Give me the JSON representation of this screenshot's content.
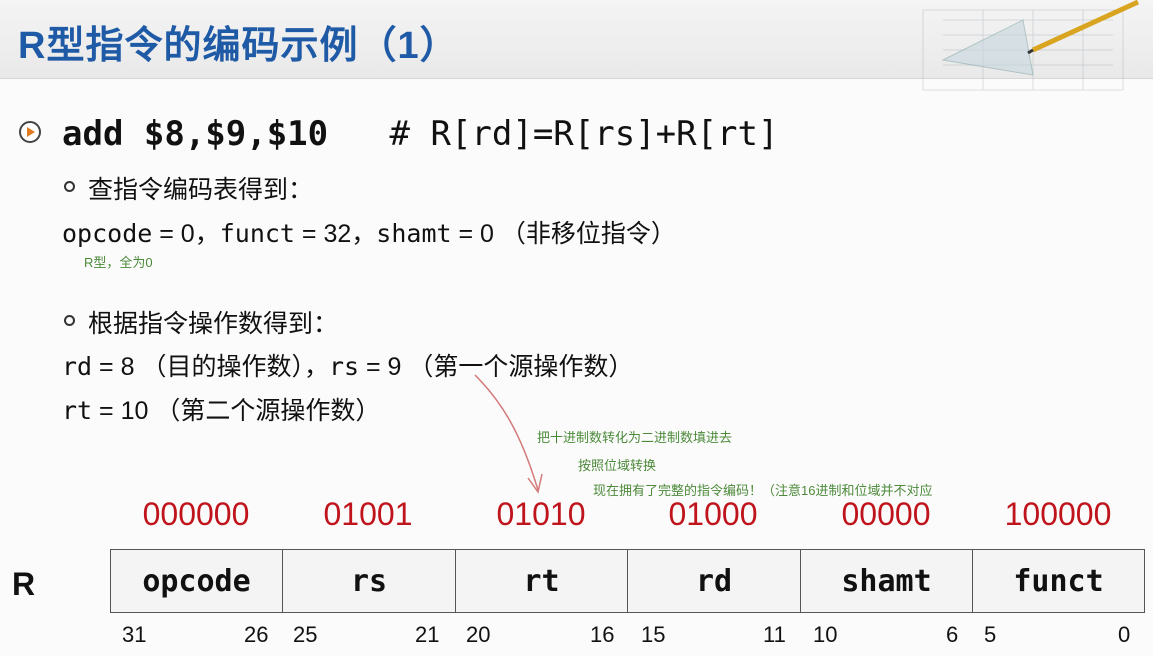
{
  "title": "R型指令的编码示例（1）",
  "instruction": {
    "asm": "add $8,$9,$10",
    "comment": "# R[rd]=R[rs]+R[rt]"
  },
  "section1": {
    "heading": "查指令编码表得到：",
    "opcode_label": "opcode",
    "opcode_val": " = 0，",
    "funct_label": "funct",
    "funct_val": " = 32，",
    "shamt_label": "shamt",
    "shamt_val": " = 0 （非移位指令）",
    "note": "R型，全为0"
  },
  "section2": {
    "heading": "根据指令操作数得到：",
    "rd_label": "rd",
    "rd_val": " = 8 （目的操作数），",
    "rs_label": "rs",
    "rs_val": " = 9 （第一个源操作数）",
    "rt_label": "rt",
    "rt_val": " = 10 （第二个源操作数）"
  },
  "notes": [
    "把十进制数转化为二进制数填进去",
    "按照位域转换",
    "现在拥有了完整的指令编码！（注意16进制和位域并不对应"
  ],
  "format_label": "R",
  "fields": [
    {
      "name": "opcode",
      "bits": "000000",
      "hi": "31",
      "lo": "26"
    },
    {
      "name": "rs",
      "bits": "01001",
      "hi": "25",
      "lo": "21"
    },
    {
      "name": "rt",
      "bits": "01010",
      "hi": "20",
      "lo": "16"
    },
    {
      "name": "rd",
      "bits": "01000",
      "hi": "15",
      "lo": "11"
    },
    {
      "name": "shamt",
      "bits": "00000",
      "hi": "10",
      "lo": "6"
    },
    {
      "name": "funct",
      "bits": "100000",
      "hi": "5",
      "lo": "0"
    }
  ],
  "colors": {
    "title": "#1f5aa6",
    "bits": "#c0141c",
    "note": "#4c8a3a"
  }
}
